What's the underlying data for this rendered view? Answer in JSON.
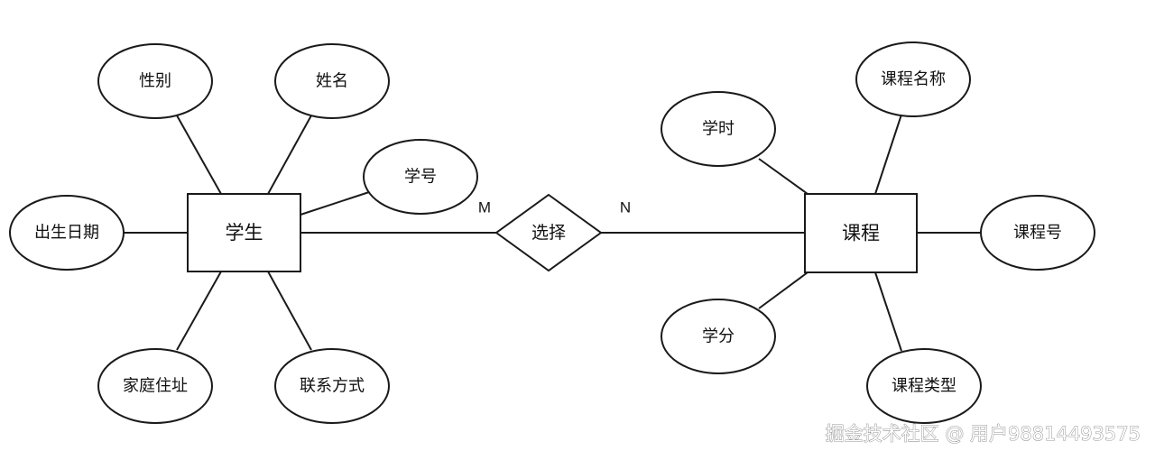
{
  "entities": {
    "student": "学生",
    "course": "课程"
  },
  "relationship": {
    "label": "选择",
    "card_student": "M",
    "card_course": "N"
  },
  "student_attributes": {
    "gender": "性别",
    "name": "姓名",
    "student_id": "学号",
    "birth_date": "出生日期",
    "home_address": "家庭住址",
    "contact": "联系方式"
  },
  "course_attributes": {
    "course_name": "课程名称",
    "hours": "学时",
    "course_id": "课程号",
    "credits": "学分",
    "course_type": "课程类型"
  },
  "watermark": "掘金技术社区 @ 用户98814493575"
}
